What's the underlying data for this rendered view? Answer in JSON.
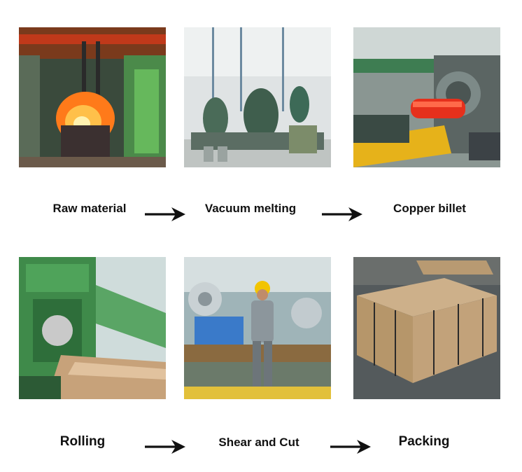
{
  "steps": [
    {
      "label": "Raw material",
      "photo_icon": "molten-metal-ladle-photo"
    },
    {
      "label": "Vacuum melting",
      "photo_icon": "vacuum-furnace-photo"
    },
    {
      "label": "Copper billet",
      "photo_icon": "red-hot-billet-photo"
    },
    {
      "label": "Rolling",
      "photo_icon": "rolling-mill-photo"
    },
    {
      "label": "Shear and Cut",
      "photo_icon": "worker-coil-shear-photo"
    },
    {
      "label": "Packing",
      "photo_icon": "wooden-crate-photo"
    }
  ],
  "arrow_icon": "right-arrow-icon",
  "colors": {
    "label_text": "#111111",
    "arrow": "#111111",
    "background": "#ffffff"
  }
}
